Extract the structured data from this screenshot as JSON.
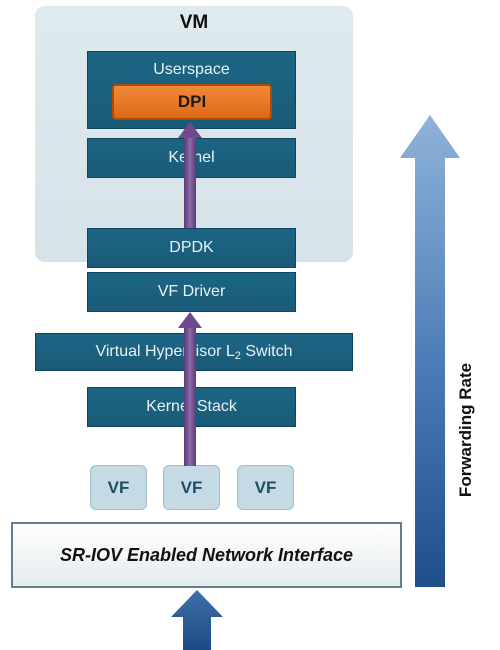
{
  "vm": {
    "title": "VM"
  },
  "layers": {
    "userspace": "Userspace",
    "dpi": "DPI",
    "kernel": "Kernel",
    "dpdk": "DPDK",
    "vf_driver": "VF Driver",
    "hypervisor_prefix": "Virtual Hypervisor L",
    "hypervisor_sub": "2",
    "hypervisor_suffix": " Switch",
    "kernel_stack": "Kernel Stack"
  },
  "vfs": [
    {
      "label": "VF"
    },
    {
      "label": "VF"
    },
    {
      "label": "VF"
    }
  ],
  "nic": {
    "label": "SR-IOV Enabled Network Interface"
  },
  "forwarding_rate": {
    "label": "Forwarding Rate"
  },
  "colors": {
    "layer": "#1d6585",
    "dpi": "#e87a28",
    "vm_bg": "#dbe7eb",
    "packet_path": "#6f4a8c",
    "rate_arrow": "#2c5d9c"
  }
}
